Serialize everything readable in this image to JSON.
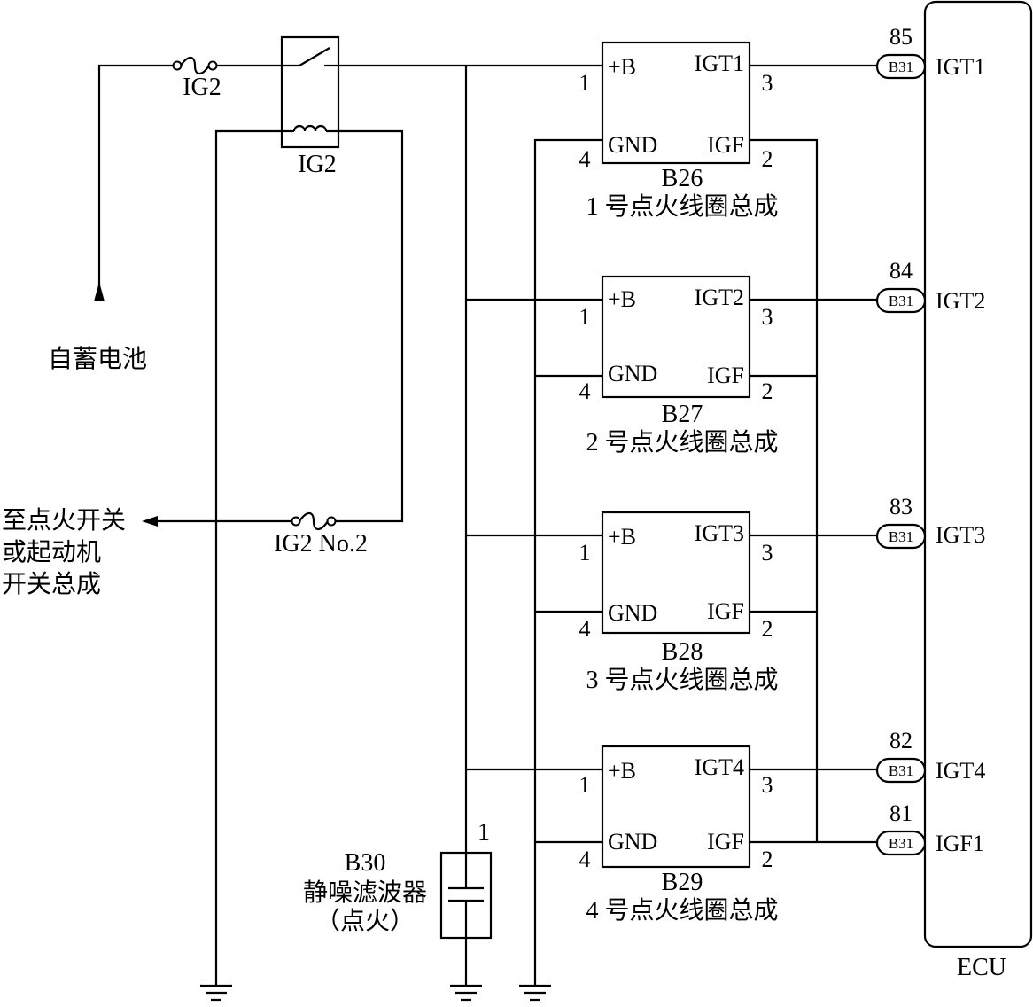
{
  "labels": {
    "fuse_ig2": "IG2",
    "relay_ig2": "IG2",
    "fuse_ig2_no2": "IG2 No.2",
    "from_battery": "自蓄电池",
    "to_switch_line1": "至点火开关",
    "to_switch_line2": "或起动机",
    "to_switch_line3": "开关总成",
    "filter_code": "B30",
    "filter_name": "静噪滤波器",
    "filter_sub": "（点火）",
    "filter_pin": "1",
    "ecu": "ECU"
  },
  "coils": [
    {
      "code": "B26",
      "name": "1 号点火线圈总成",
      "pin_plusb": "+B",
      "pin_igt": "IGT1",
      "pin_gnd": "GND",
      "pin_igf": "IGF",
      "n1": "1",
      "n2": "2",
      "n3": "3",
      "n4": "4"
    },
    {
      "code": "B27",
      "name": "2 号点火线圈总成",
      "pin_plusb": "+B",
      "pin_igt": "IGT2",
      "pin_gnd": "GND",
      "pin_igf": "IGF",
      "n1": "1",
      "n2": "2",
      "n3": "3",
      "n4": "4"
    },
    {
      "code": "B28",
      "name": "3 号点火线圈总成",
      "pin_plusb": "+B",
      "pin_igt": "IGT3",
      "pin_gnd": "GND",
      "pin_igf": "IGF",
      "n1": "1",
      "n2": "2",
      "n3": "3",
      "n4": "4"
    },
    {
      "code": "B29",
      "name": "4 号点火线圈总成",
      "pin_plusb": "+B",
      "pin_igt": "IGT4",
      "pin_gnd": "GND",
      "pin_igf": "IGF",
      "n1": "1",
      "n2": "2",
      "n3": "3",
      "n4": "4"
    }
  ],
  "ecu_pins": [
    {
      "num": "85",
      "connector": "B31",
      "signal": "IGT1"
    },
    {
      "num": "84",
      "connector": "B31",
      "signal": "IGT2"
    },
    {
      "num": "83",
      "connector": "B31",
      "signal": "IGT3"
    },
    {
      "num": "82",
      "connector": "B31",
      "signal": "IGT4"
    },
    {
      "num": "81",
      "connector": "B31",
      "signal": "IGF1"
    }
  ]
}
